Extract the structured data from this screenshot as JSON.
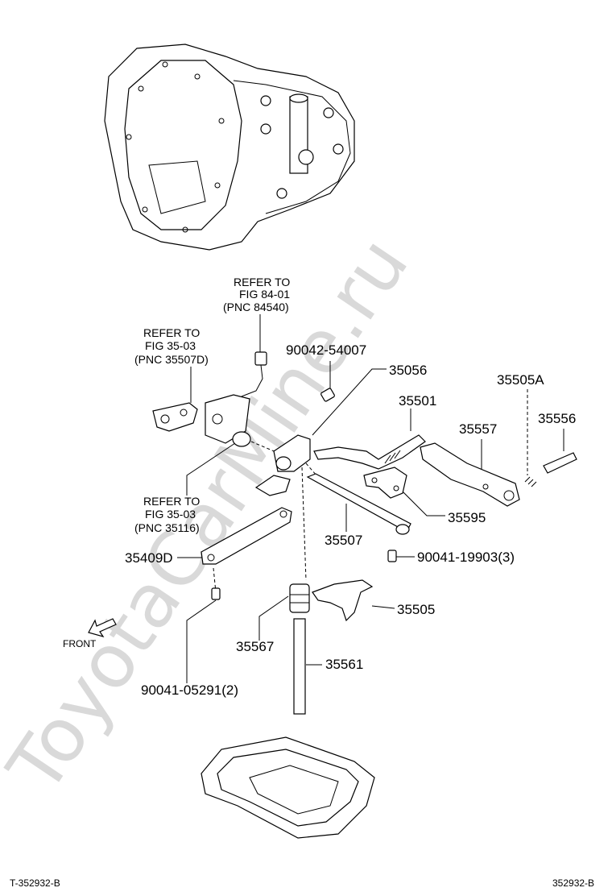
{
  "watermark": "ToyotaCarMine.ru",
  "references": {
    "fig84": [
      "REFER TO",
      "FIG  84-01",
      "(PNC 84540)"
    ],
    "fig35_a": [
      "REFER TO",
      "FIG  35-03",
      "(PNC 35507D)"
    ],
    "fig35_b": [
      "REFER TO",
      "FIG  35-03",
      "(PNC 35116)"
    ]
  },
  "part_numbers": {
    "p90042": "90042-54007",
    "p35056": "35056",
    "p35505A": "35505A",
    "p35501": "35501",
    "p35557": "35557",
    "p35556": "35556",
    "p35595": "35595",
    "p35507": "35507",
    "p90041_19903": "90041-19903(3)",
    "p35409D": "35409D",
    "p35505": "35505",
    "p35567": "35567",
    "p35561": "35561",
    "p90041_05291": "90041-05291(2)"
  },
  "front_label": "FRONT",
  "footer": {
    "left": "T-352932-B",
    "right": "352932-B"
  }
}
